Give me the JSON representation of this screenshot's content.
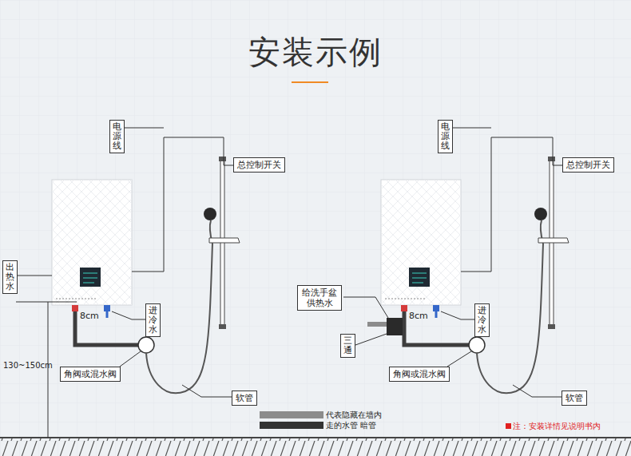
{
  "diagram": {
    "title": "安装示例",
    "nodes": [
      {
        "text": [
          "电源线"
        ]
      },
      {
        "text": [
          "总控制开关"
        ]
      },
      {
        "text": [
          "出热水"
        ]
      },
      {
        "text": [
          "进冷水"
        ]
      },
      {
        "text": [
          "角阀或混水阀"
        ]
      },
      {
        "text": [
          "软管"
        ]
      },
      {
        "text": [
          "电源线"
        ]
      },
      {
        "text": [
          "总控制开关"
        ]
      },
      {
        "text": [
          "给洗手盆供热水"
        ]
      },
      {
        "text": [
          "进冷水"
        ]
      },
      {
        "text": [
          "三通"
        ]
      },
      {
        "text": [
          "角阀或混水阀"
        ]
      },
      {
        "text": [
          "软管"
        ]
      }
    ],
    "labels": [
      "8cm",
      "130~150cm",
      "8cm",
      "注：安装详情见说明书内"
    ],
    "legend": [
      {
        "text": "代表隐藏在墙内",
        "color": "#8c8c8c"
      },
      {
        "text": "走的水管 暗管",
        "color": "#333333"
      }
    ]
  }
}
